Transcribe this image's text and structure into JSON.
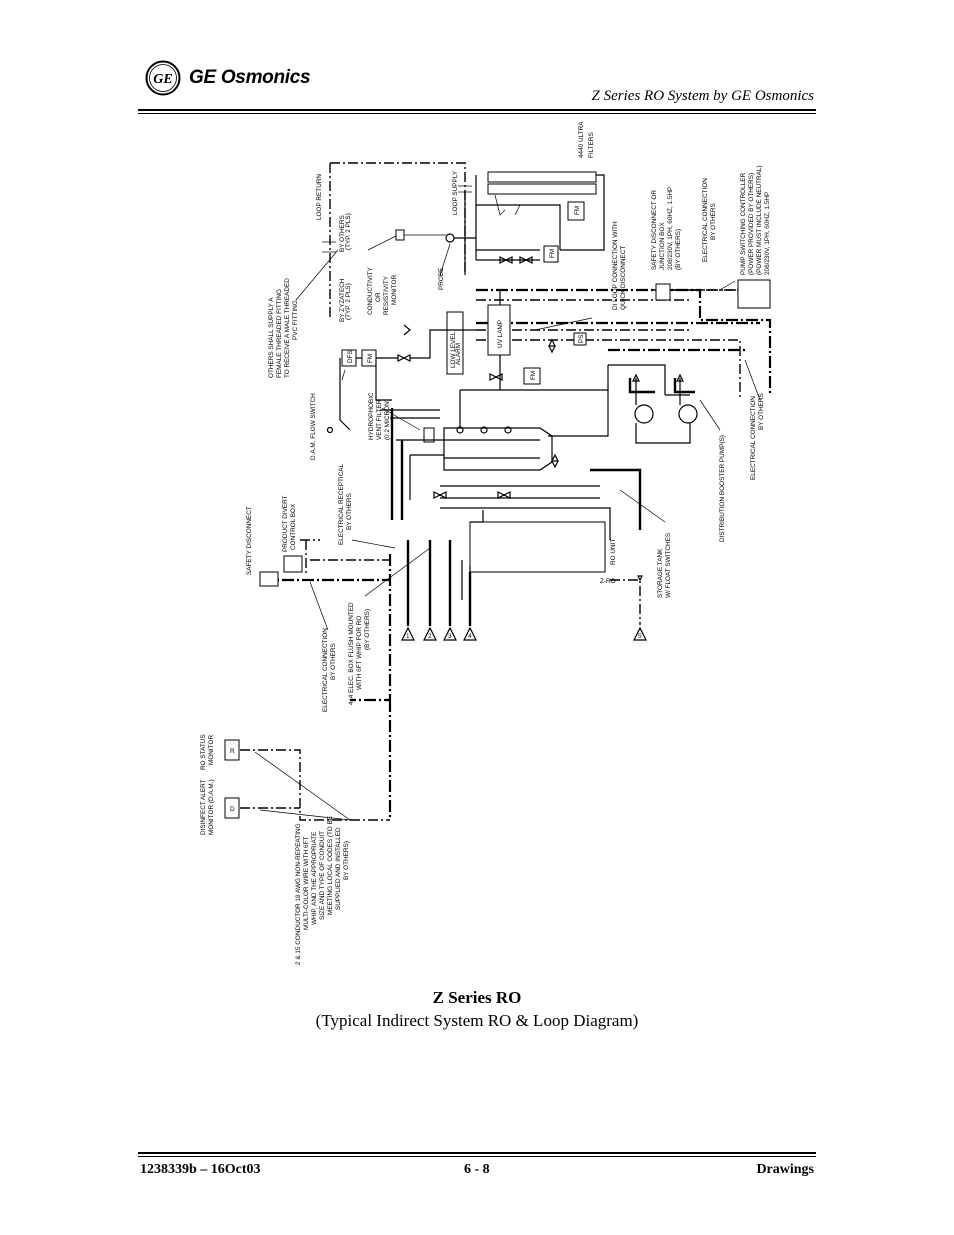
{
  "header": {
    "brand": "GE Osmonics",
    "logo_letters": "GE",
    "doc_title": "Z Series RO System by GE Osmonics"
  },
  "caption": {
    "title": "Z Series RO",
    "subtitle": "(Typical Indirect System RO & Loop Diagram)"
  },
  "footer": {
    "doc_number": "1238339b – 16Oct03",
    "page": "6 - 8",
    "section": "Drawings"
  },
  "diagram": {
    "labels": {
      "ultra_filters_1": "4440 ULTRA",
      "ultra_filters_2": "FILTERS",
      "loop_return": "LOOP RETURN",
      "loop_supply": "LOOP SUPPLY",
      "by_zyzatech": "BY ZYZATECH",
      "by_others": "BY OTHERS",
      "typ1": "(TYP. 2 PLS)",
      "typ2": "(TYP. 2 PLS)",
      "others_fitting_1": "OTHERS SHALL SUPPLY A",
      "others_fitting_2": "FEMALE THREADED FITTING",
      "others_fitting_3": "TO RECEIVE A MALE THREADED",
      "others_fitting_4": "PVC FITTING",
      "conductivity_1": "CONDUCTIVITY",
      "conductivity_2": "OR",
      "conductivity_3": "RESISTIVITY",
      "conductivity_4": "MONITOR",
      "probe": "PROBE",
      "di_loop_1": "DI LOOP CONNECTION WITH",
      "di_loop_2": "QUICK DISCONNECT",
      "safety_jb_1": "SAFETY DISCONNECT OR",
      "safety_jb_2": "JUNCTION BOX",
      "safety_jb_3": "208/230V, 1PH, 60HZ, 1.5HP",
      "safety_jb_4": "(BY OTHERS)",
      "elec_conn_top_1": "ELECTRICAL CONNECTION",
      "elec_conn_top_2": "BY OTHERS",
      "pump_ctrl_1": "PUMP SWITCHING CONTROLLER",
      "pump_ctrl_2": "(POWER PROVIDED BY OTHERS)",
      "pump_ctrl_3": "(POWER MUST INCLUDE NEUTRAL)",
      "pump_ctrl_4": "208/230V, 1PH, 60HZ, 1.5HP",
      "low_level_1": "LOW LEVEL",
      "low_level_2": "ALARM",
      "uv_lamp": "UV LAMP",
      "fm": "FM",
      "dfs": "DFS",
      "ps": "PS",
      "dam_flow": "D.A.M. FLOW SWITCH",
      "hydrophobic_1": "HYDROPHOBIC",
      "hydrophobic_2": "VENT FILTER",
      "hydrophobic_3": "(0.2 MICRON)",
      "elec_conn_right_1": "ELECTRICAL CONNECTION",
      "elec_conn_right_2": "BY OTHERS",
      "dist_pumps": "DISTRIBUTION BOOSTER PUMP(S)",
      "safety_disconnect": "SAFETY DISCONNECT",
      "product_divert_1": "PRODUCT DIVERT",
      "product_divert_2": "CONTROL BOX",
      "elec_recep_1": "ELECTRICAL RECEPTICAL",
      "elec_recep_2": "BY OTHERS",
      "ro_unit": "RO UNIT",
      "storage_1": "STORAGE TANK",
      "storage_2": "W/ FLOAT SWITCHES",
      "elec_conn_left_1": "ELECTRICAL CONNECTION",
      "elec_conn_left_2": "BY OTHERS",
      "elec_box_1": "4x4 ELEC. BOX FLUSH MOUNTED",
      "elec_box_2": "WITH 6FT WHIP FOR RO",
      "elec_box_3": "(BY OTHERS)",
      "disinfect_1": "DISINFECT ALERT",
      "disinfect_2": "MONITOR (D.A.M.)",
      "ro_status_1": "RO STATUS",
      "ro_status_2": "MONITOR",
      "conductor_1": "2 & 15 CONDUCTOR 18 AWG NON-REPEATING",
      "conductor_2": "MULTI-COLOR WIRE WITH 6FT",
      "conductor_3": "WHIP, AND THE APPROPRIATE",
      "conductor_4": "SIZE AND TYPE OF CONDUIT",
      "conductor_5": "MEETING LOCAL CODES (TO BE",
      "conductor_6": "SUPPLIED AND INSTALLED",
      "conductor_7": "BY OTHERS)",
      "tri_1": "1",
      "tri_2": "2",
      "tri_3": "3",
      "tri_4": "4",
      "tri_5": "5",
      "dam_box": "D",
      "ro_box": "R"
    }
  }
}
